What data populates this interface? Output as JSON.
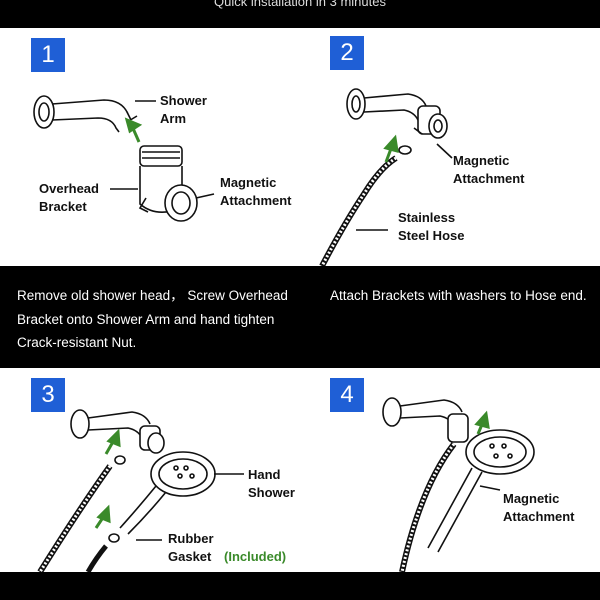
{
  "header": {
    "text": "Quick installation in 3 minutes"
  },
  "steps": [
    {
      "number": "1",
      "labels": {
        "a": "Shower\nArm",
        "b": "Overhead\nBracket",
        "c": "Magnetic\nAttachment"
      }
    },
    {
      "number": "2",
      "labels": {
        "a": "Magnetic\nAttachment",
        "b": "Stainless\nSteel Hose"
      }
    },
    {
      "number": "3",
      "labels": {
        "a": "Hand\nShower",
        "b": "Rubber\nGasket",
        "c": "(Included)"
      }
    },
    {
      "number": "4",
      "labels": {
        "a": "Magnetic\nAttachment"
      }
    }
  ],
  "instructions": {
    "left": "Remove old shower head， Screw Overhead Bracket onto Shower Arm and hand tighten Crack-resistant Nut.",
    "right": "Attach Brackets  with washers to Hose end."
  },
  "colors": {
    "step_badge": "#1f5fd6",
    "arrow": "#3a8a2a",
    "included": "#3a8a2a"
  }
}
